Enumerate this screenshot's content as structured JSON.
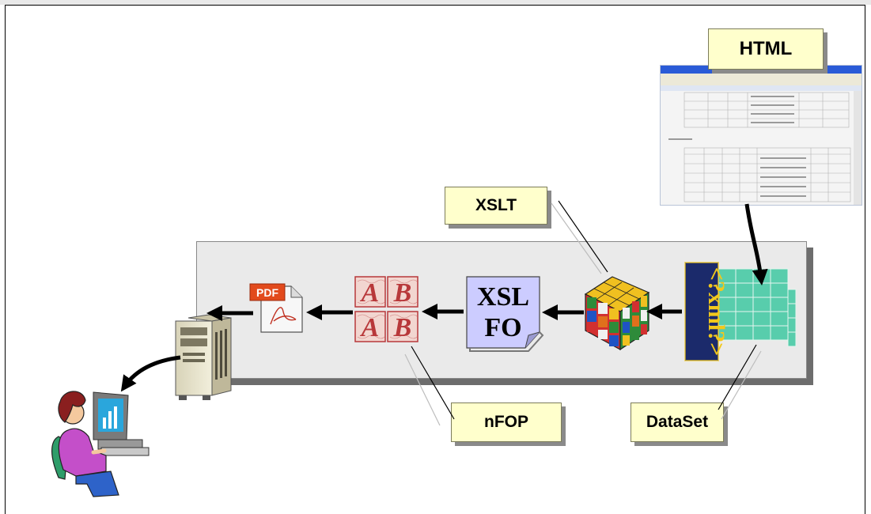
{
  "labels": {
    "html": "HTML",
    "xslt": "XSLT",
    "nfop": "nFOP",
    "dataset": "DataSet"
  },
  "icons": {
    "pdf_badge": "PDF",
    "xsl_fo_line1": "XSL",
    "xsl_fo_line2": "FO",
    "xml_banner": "<?xml?>",
    "font_letters": [
      "A",
      "B",
      "A",
      "B"
    ]
  },
  "colors": {
    "label_fill": "#ffffcc",
    "panel_fill": "#eaeaea",
    "xslfo_fill": "#ccccff",
    "xml_banner": "#1b2a6b",
    "dataset_cells": "#3fc8a2",
    "pdf_badge": "#e24a1c",
    "illuminated_letters": "#b8383a"
  }
}
